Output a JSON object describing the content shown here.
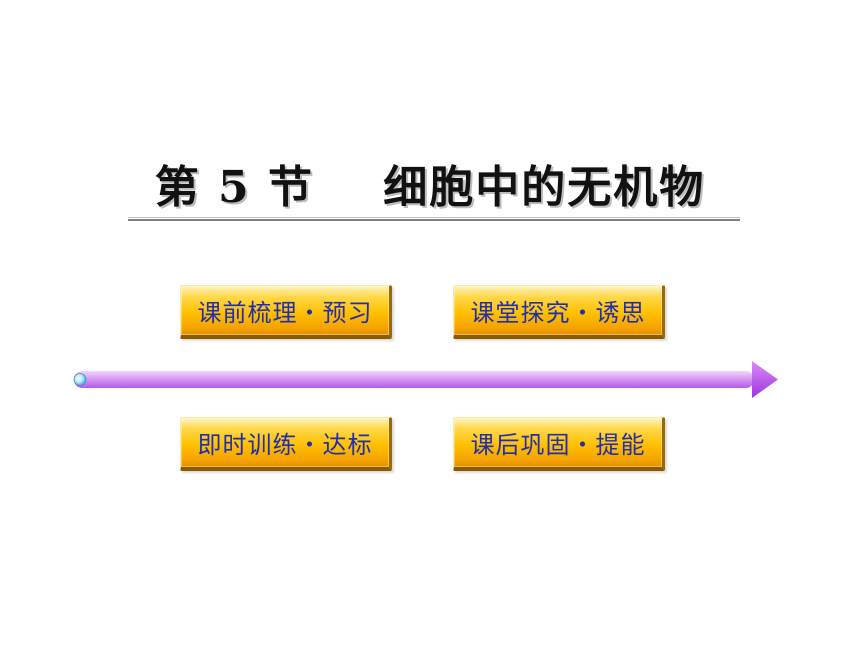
{
  "title": {
    "text": "第 5 节    细胞中的无机物"
  },
  "nav_buttons": [
    {
      "label": "课前梳理・预习"
    },
    {
      "label": "课堂探究・诱思"
    },
    {
      "label": "即时训练・达标"
    },
    {
      "label": "课后巩固・提能"
    }
  ],
  "colors": {
    "button_text": "#1f2fb0",
    "button_fill": "#ffc000",
    "arrow": "#c77ef0",
    "title": "#111111"
  }
}
